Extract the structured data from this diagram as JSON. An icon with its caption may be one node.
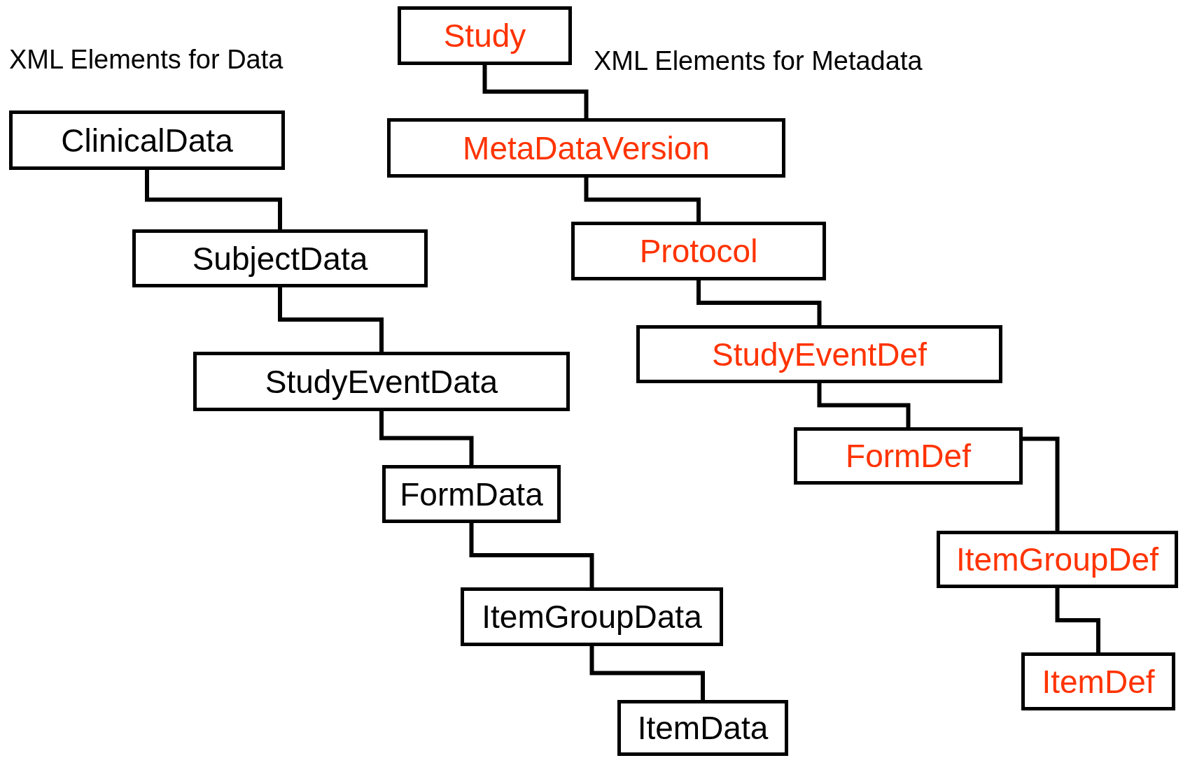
{
  "diagram": {
    "nodes": [
      {
        "text": [
          "Study"
        ]
      },
      {
        "text": [
          "MetaDataVersion"
        ]
      },
      {
        "text": [
          "Protocol"
        ]
      },
      {
        "text": [
          "StudyEventDef"
        ]
      },
      {
        "text": [
          "FormDef"
        ]
      },
      {
        "text": [
          "ItemGroupDef"
        ]
      },
      {
        "text": [
          "ItemDef"
        ]
      },
      {
        "text": [
          "ClinicalData"
        ]
      },
      {
        "text": [
          "SubjectData"
        ]
      },
      {
        "text": [
          "StudyEventData"
        ]
      },
      {
        "text": [
          "FormData"
        ]
      },
      {
        "text": [
          "ItemGroupData"
        ]
      },
      {
        "text": [
          "ItemData"
        ]
      }
    ],
    "edges": [
      {
        "from": 0,
        "to": 1,
        "arrow": "none"
      },
      {
        "from": 1,
        "to": 2,
        "arrow": "none"
      },
      {
        "from": 2,
        "to": 3,
        "arrow": "none"
      },
      {
        "from": 3,
        "to": 4,
        "arrow": "none"
      },
      {
        "from": 4,
        "to": 5,
        "arrow": "none"
      },
      {
        "from": 5,
        "to": 6,
        "arrow": "none"
      },
      {
        "from": 7,
        "to": 8,
        "arrow": "none"
      },
      {
        "from": 8,
        "to": 9,
        "arrow": "none"
      },
      {
        "from": 9,
        "to": 10,
        "arrow": "none"
      },
      {
        "from": 10,
        "to": 11,
        "arrow": "none"
      },
      {
        "from": 11,
        "to": 12,
        "arrow": "none"
      }
    ],
    "labels": [
      "XML Elements for Data",
      "XML Elements for Metadata"
    ]
  }
}
